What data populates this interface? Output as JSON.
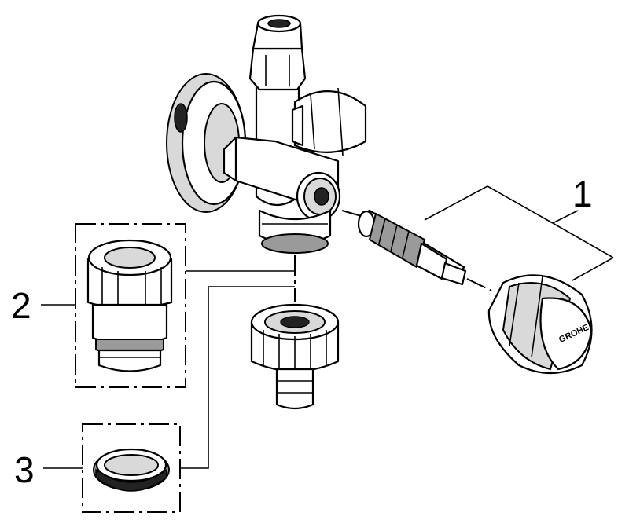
{
  "callouts": {
    "part1": "1",
    "part2": "2",
    "part3": "3"
  },
  "logo_text": "GROHE",
  "colors": {
    "line": "#000000",
    "background": "#ffffff",
    "shading": "#d9d9d9"
  }
}
